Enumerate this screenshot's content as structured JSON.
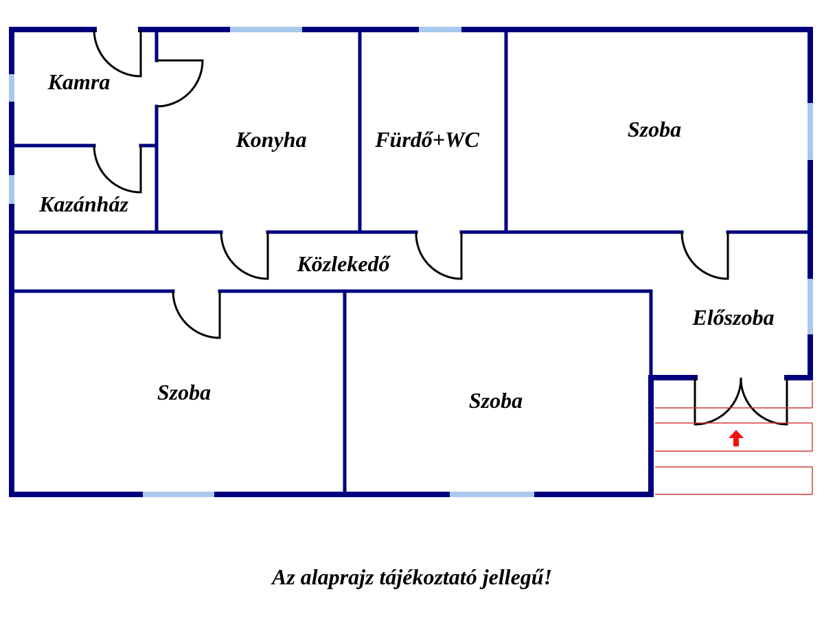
{
  "colors": {
    "wall": "#00007f",
    "window": "#a9c8ee",
    "door": "#000000",
    "steps": "#d23a3a",
    "entrance_arrow": "#ee1111"
  },
  "rooms": [
    {
      "id": "kamra",
      "label": "Kamra"
    },
    {
      "id": "kazanhaz",
      "label": "Kazánház"
    },
    {
      "id": "konyha",
      "label": "Konyha"
    },
    {
      "id": "furdo",
      "label": "Fürdő+WC"
    },
    {
      "id": "szoba-top",
      "label": "Szoba"
    },
    {
      "id": "kozlekedo",
      "label": "Közlekedő"
    },
    {
      "id": "eloszoba",
      "label": "Előszoba"
    },
    {
      "id": "szoba-bottom-left",
      "label": "Szoba"
    },
    {
      "id": "szoba-bottom-mid",
      "label": "Szoba"
    }
  ],
  "caption": "Az alaprajz tájékoztató jellegű!"
}
